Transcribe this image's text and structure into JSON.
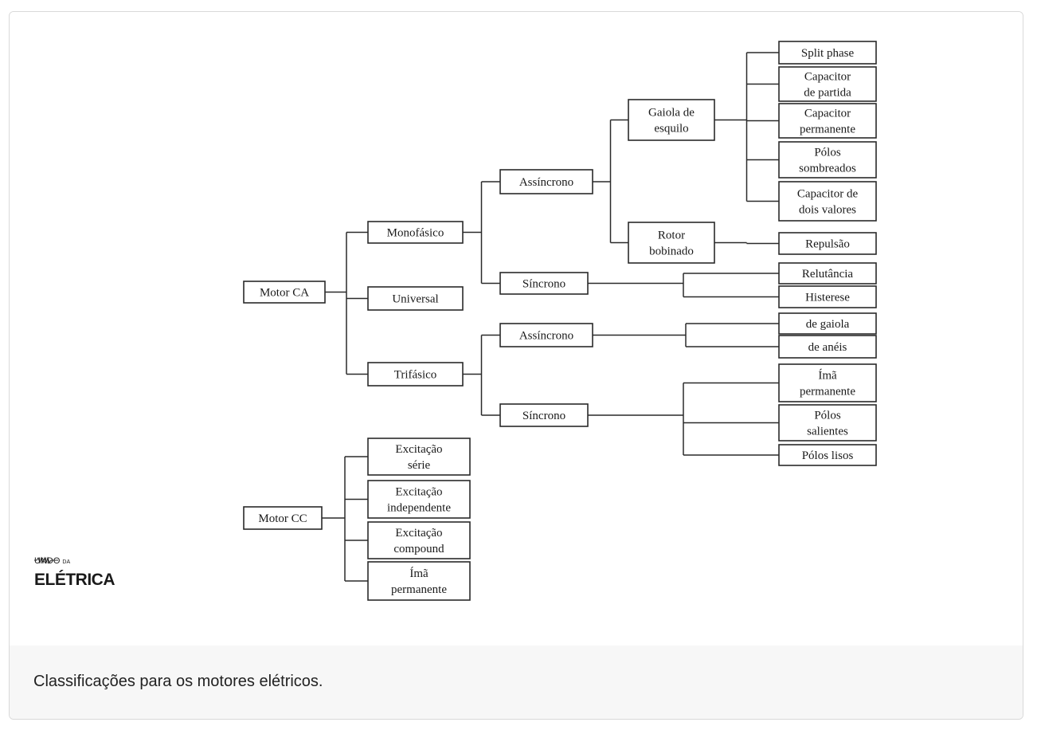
{
  "caption": "Classificações para os motores elétricos.",
  "logo": {
    "top": "UNDO",
    "da": "DA",
    "bottom": "ELÉTRICA"
  },
  "diagram": {
    "nodes": [
      {
        "id": "motor-ca",
        "lines": [
          "Motor CA"
        ]
      },
      {
        "id": "monofasico",
        "lines": [
          "Monofásico"
        ]
      },
      {
        "id": "universal",
        "lines": [
          "Universal"
        ]
      },
      {
        "id": "trifasico",
        "lines": [
          "Trifásico"
        ]
      },
      {
        "id": "mono-assincrono",
        "lines": [
          "Assíncrono"
        ]
      },
      {
        "id": "mono-sincrono",
        "lines": [
          "Síncrono"
        ]
      },
      {
        "id": "gaiola-esquilo",
        "lines": [
          "Gaiola de",
          "esquilo"
        ]
      },
      {
        "id": "rotor-bobinado",
        "lines": [
          "Rotor",
          "bobinado"
        ]
      },
      {
        "id": "split-phase",
        "lines": [
          "Split phase"
        ]
      },
      {
        "id": "capacitor-partida",
        "lines": [
          "Capacitor",
          "de partida"
        ]
      },
      {
        "id": "capacitor-permanente",
        "lines": [
          "Capacitor",
          "permanente"
        ]
      },
      {
        "id": "polos-sombreados",
        "lines": [
          "Pólos",
          "sombreados"
        ]
      },
      {
        "id": "capacitor-dois-valores",
        "lines": [
          "Capacitor de",
          "dois valores"
        ]
      },
      {
        "id": "repulsao",
        "lines": [
          "Repulsão"
        ]
      },
      {
        "id": "relutancia",
        "lines": [
          "Relutância"
        ]
      },
      {
        "id": "histerese",
        "lines": [
          "Histerese"
        ]
      },
      {
        "id": "tri-assincrono",
        "lines": [
          "Assíncrono"
        ]
      },
      {
        "id": "tri-sincrono",
        "lines": [
          "Síncrono"
        ]
      },
      {
        "id": "de-gaiola",
        "lines": [
          "de gaiola"
        ]
      },
      {
        "id": "de-aneis",
        "lines": [
          "de anéis"
        ]
      },
      {
        "id": "ima-permanente-ca",
        "lines": [
          "Ímã",
          "permanente"
        ]
      },
      {
        "id": "polos-salientes",
        "lines": [
          "Pólos",
          "salientes"
        ]
      },
      {
        "id": "polos-lisos",
        "lines": [
          "Pólos lisos"
        ]
      },
      {
        "id": "motor-cc",
        "lines": [
          "Motor CC"
        ]
      },
      {
        "id": "excitacao-serie",
        "lines": [
          "Excitação",
          "série"
        ]
      },
      {
        "id": "excitacao-independente",
        "lines": [
          "Excitação",
          "independente"
        ]
      },
      {
        "id": "excitacao-compound",
        "lines": [
          "Excitação",
          "compound"
        ]
      },
      {
        "id": "ima-permanente-cc",
        "lines": [
          "Ímã",
          "permanente"
        ]
      }
    ],
    "edges": [
      [
        "motor-ca",
        "monofasico"
      ],
      [
        "motor-ca",
        "universal"
      ],
      [
        "motor-ca",
        "trifasico"
      ],
      [
        "monofasico",
        "mono-assincrono"
      ],
      [
        "monofasico",
        "mono-sincrono"
      ],
      [
        "mono-assincrono",
        "gaiola-esquilo"
      ],
      [
        "mono-assincrono",
        "rotor-bobinado"
      ],
      [
        "gaiola-esquilo",
        "split-phase"
      ],
      [
        "gaiola-esquilo",
        "capacitor-partida"
      ],
      [
        "gaiola-esquilo",
        "capacitor-permanente"
      ],
      [
        "gaiola-esquilo",
        "polos-sombreados"
      ],
      [
        "gaiola-esquilo",
        "capacitor-dois-valores"
      ],
      [
        "rotor-bobinado",
        "repulsao"
      ],
      [
        "mono-sincrono",
        "relutancia"
      ],
      [
        "mono-sincrono",
        "histerese"
      ],
      [
        "trifasico",
        "tri-assincrono"
      ],
      [
        "trifasico",
        "tri-sincrono"
      ],
      [
        "tri-assincrono",
        "de-gaiola"
      ],
      [
        "tri-assincrono",
        "de-aneis"
      ],
      [
        "tri-sincrono",
        "ima-permanente-ca"
      ],
      [
        "tri-sincrono",
        "polos-salientes"
      ],
      [
        "tri-sincrono",
        "polos-lisos"
      ],
      [
        "motor-cc",
        "excitacao-serie"
      ],
      [
        "motor-cc",
        "excitacao-independente"
      ],
      [
        "motor-cc",
        "excitacao-compound"
      ],
      [
        "motor-cc",
        "ima-permanente-cc"
      ]
    ]
  }
}
